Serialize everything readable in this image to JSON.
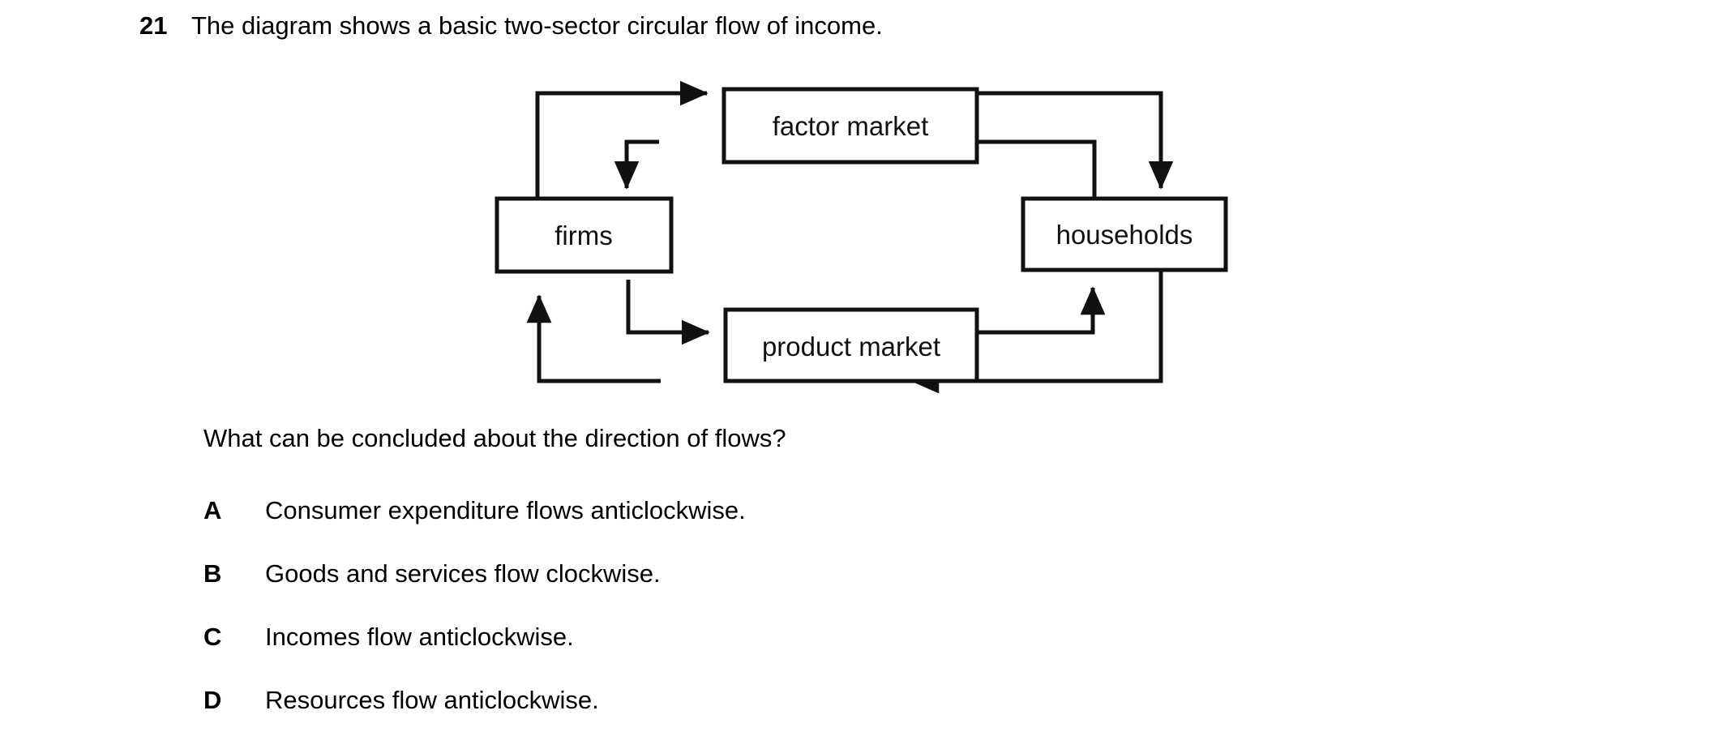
{
  "question": {
    "number": "21",
    "stem": "The diagram shows a basic two-sector circular flow of income.",
    "leadin": "What can be concluded about the direction of flows?"
  },
  "diagram": {
    "type": "flow-diagram",
    "title": "basic two-sector circular flow of income",
    "boxes": [
      {
        "id": "factor-market",
        "label": "factor market"
      },
      {
        "id": "firms",
        "label": "firms"
      },
      {
        "id": "households",
        "label": "households"
      },
      {
        "id": "product-market",
        "label": "product market"
      }
    ],
    "arrows": [
      {
        "from": "firms",
        "to": "factor-market",
        "quadrant": "top-left"
      },
      {
        "from": "factor-market",
        "to": "firms",
        "quadrant": "top-left"
      },
      {
        "from": "factor-market",
        "to": "households",
        "quadrant": "top-right"
      },
      {
        "from": "households",
        "to": "factor-market",
        "quadrant": "top-right"
      },
      {
        "from": "firms",
        "to": "product-market",
        "quadrant": "bottom-left"
      },
      {
        "from": "product-market",
        "to": "firms",
        "quadrant": "bottom-left"
      },
      {
        "from": "product-market",
        "to": "households",
        "quadrant": "bottom-right"
      },
      {
        "from": "households",
        "to": "product-market",
        "quadrant": "bottom-right"
      }
    ],
    "stroke_color": "#111111"
  },
  "options": [
    {
      "letter": "A",
      "text": "Consumer expenditure flows anticlockwise."
    },
    {
      "letter": "B",
      "text": "Goods and services flow clockwise."
    },
    {
      "letter": "C",
      "text": "Incomes flow anticlockwise."
    },
    {
      "letter": "D",
      "text": "Resources flow anticlockwise."
    }
  ]
}
